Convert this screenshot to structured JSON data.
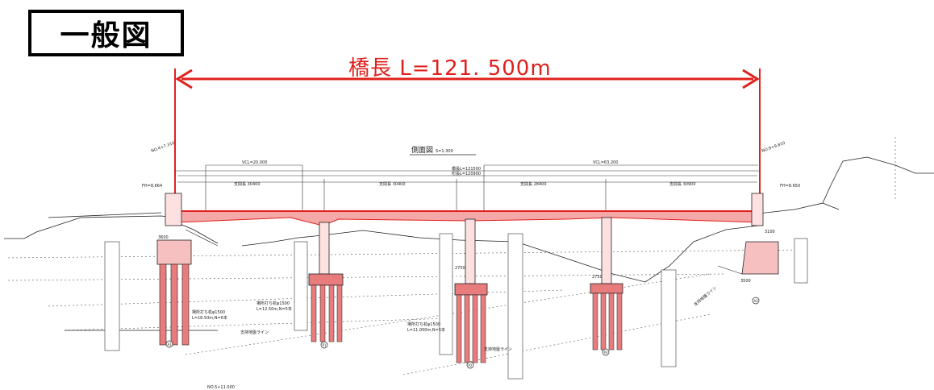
{
  "header": {
    "title": "一般図",
    "bridge_length": "橋長 L=121. 500m"
  },
  "drawing": {
    "view_title": "側面図",
    "scale": "S=1:300",
    "station_left": "NO.4+7.310",
    "station_right": "NO.9+9.810",
    "station_bottom": "NO.5+11.000",
    "fh_left": "FH=8.664",
    "fh_right": "FH=8.650",
    "vcl_left": "VCL=20.000",
    "vcl_right": "VCL=63.200",
    "total_length": "橋長L=121500",
    "girder_length": "桁長L=120900",
    "spans": [
      "支間長 30400",
      "支間長 30400",
      "支間長 28400",
      "支間長 30900"
    ],
    "pile_note_a1": "場所打ち杭φ1500",
    "pile_note_a1_len": "L=18.50m,N=6本",
    "pile_note_p1": "場所打ち杭φ1500",
    "pile_note_p1_len": "L=12.50m,N=5本",
    "pile_note_p2": "場所打ち杭φ1500",
    "pile_note_p2_len": "L=11.000m,N=5本",
    "support_line": "支持地盤ライン",
    "support_line_2": "支持地盤ライン",
    "support_line_3": "支持地盤ライン",
    "footing_a1": "3600",
    "footing_p2": "2750",
    "footing_p3": "2750",
    "footing_a2": "3500",
    "dim_3100": "3100",
    "nodes": [
      "A1",
      "P1",
      "P2",
      "P3",
      "A2"
    ],
    "colors": {
      "accent_red": "#e0201c",
      "girder_fill": "#f4a8a8",
      "pile_fill": "#e87b7b",
      "line": "#222222"
    }
  }
}
